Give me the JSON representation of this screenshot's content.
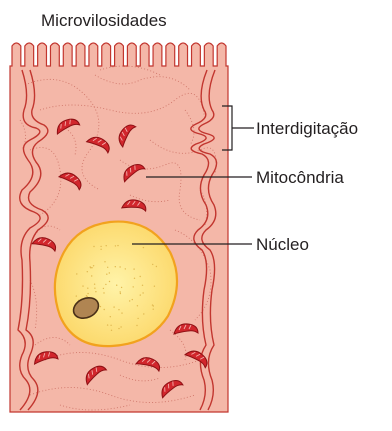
{
  "title": "Microvilosidades",
  "labels": {
    "interdigitacao": "Interdigitação",
    "mitocondria": "Mitocôndria",
    "nucleo": "Núcleo"
  },
  "colors": {
    "cytoplasm": "#f4b7a8",
    "cytoplasm_dark": "#ef9f8d",
    "membrane": "#c2362f",
    "mitochondria": "#d1262c",
    "mitochondria_dark": "#8e1014",
    "nucleus_fill": "#fce88a",
    "nucleus_edge": "#f2a21e",
    "nucleolus": "#b08552",
    "label_line": "#231f20"
  }
}
